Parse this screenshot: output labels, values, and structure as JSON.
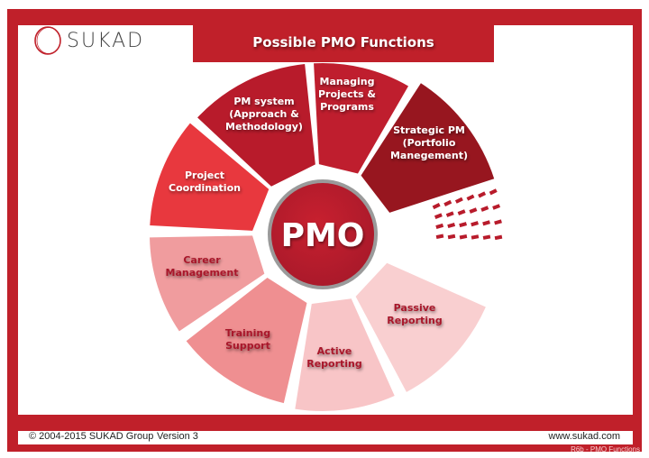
{
  "header": {
    "logo_text": "SUKAD",
    "title": "Possible PMO Functions"
  },
  "diagram": {
    "center_label": "PMO",
    "segments": [
      {
        "lines": [
          "PM system",
          "(Approach &",
          "Methodology)"
        ],
        "color": "#b81b2b",
        "text_color": "#ffffff"
      },
      {
        "lines": [
          "Managing",
          "Projects &",
          "Programs"
        ],
        "color": "#bf1e2e",
        "text_color": "#ffffff"
      },
      {
        "lines": [
          "Strategic PM",
          "(Portfolio",
          "Manegement)"
        ],
        "color": "#97161f",
        "text_color": "#ffffff"
      },
      {
        "lines": [
          "Passive",
          "Reporting"
        ],
        "color": "#f9cfd0",
        "text_color": "#a8192a"
      },
      {
        "lines": [
          "Active",
          "Reporting"
        ],
        "color": "#f8c5c7",
        "text_color": "#a8192a"
      },
      {
        "lines": [
          "Training",
          "Support"
        ],
        "color": "#ef8f91",
        "text_color": "#a8192a"
      },
      {
        "lines": [
          "Career",
          "Management"
        ],
        "color": "#f09c9e",
        "text_color": "#a8192a"
      },
      {
        "lines": [
          "Project",
          "Coordination"
        ],
        "color": "#e8383e",
        "text_color": "#ffffff"
      }
    ]
  },
  "footer": {
    "copyright": "© 2004-2015 SUKAD Group",
    "version": "Version 3",
    "url": "www.sukad.com",
    "slide_id": "R6b - PMO Functions"
  },
  "colors": {
    "brand": "#c0202a"
  }
}
